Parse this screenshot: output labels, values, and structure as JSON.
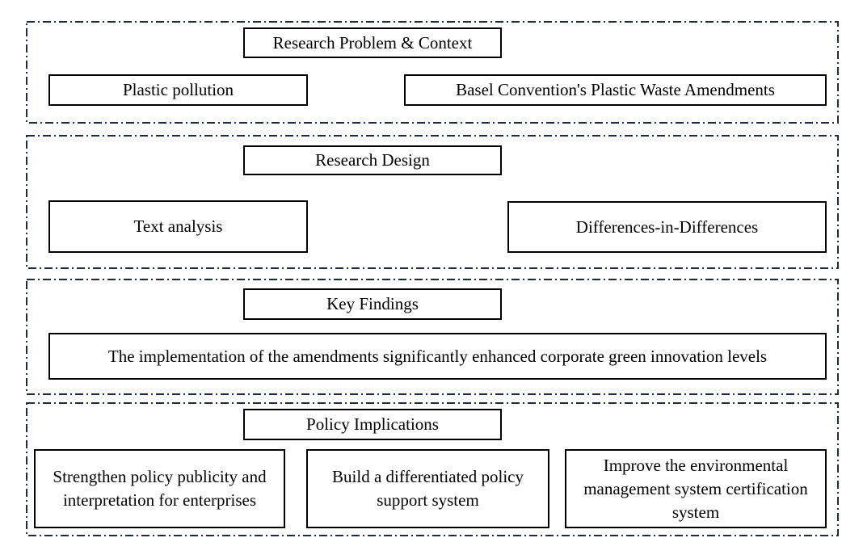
{
  "sections": [
    {
      "title": "Research Problem & Context",
      "items": [
        "Plastic pollution",
        "Basel Convention's Plastic Waste Amendments"
      ]
    },
    {
      "title": "Research Design",
      "items": [
        "Text analysis",
        "Differences-in-Differences"
      ]
    },
    {
      "title": "Key Findings",
      "items": [
        "The implementation of the amendments significantly enhanced corporate green innovation levels"
      ]
    },
    {
      "title": "Policy Implications",
      "items": [
        "Strengthen policy publicity and interpretation for enterprises",
        "Build a differentiated policy support system",
        "Improve the environmental management system certification system"
      ]
    }
  ],
  "colors": {
    "frame": "#1f2a44",
    "box_border": "#000000"
  }
}
